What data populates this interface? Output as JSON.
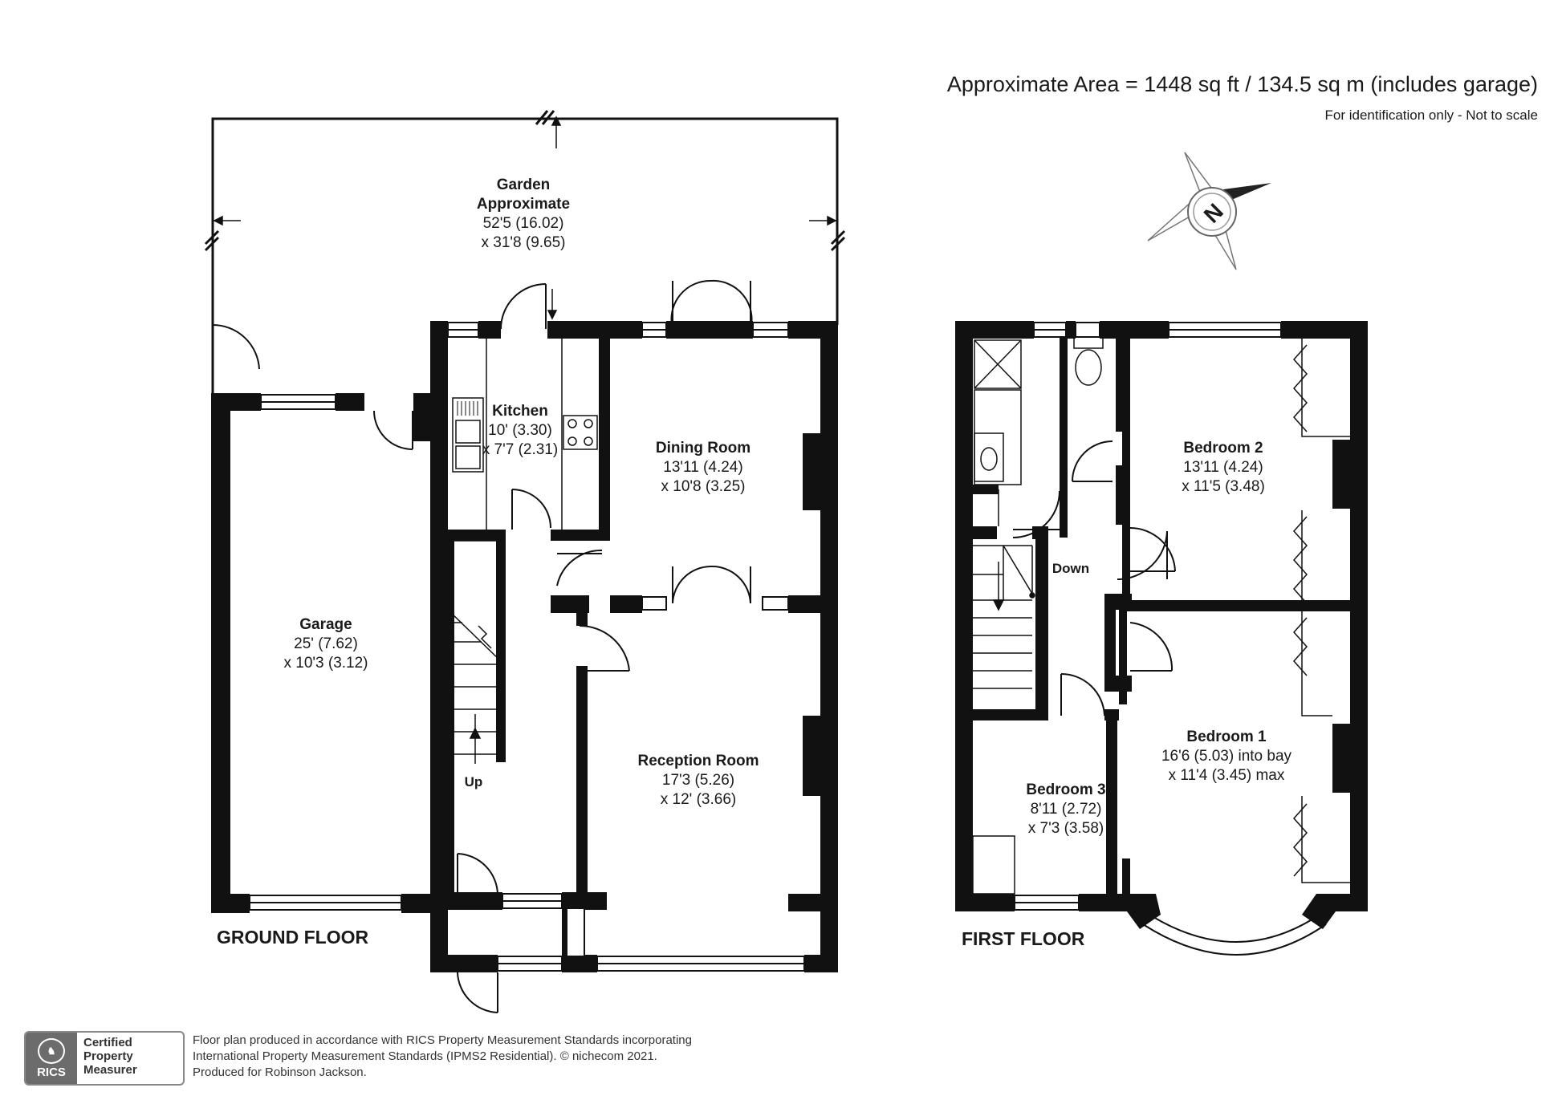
{
  "header": {
    "area": "Approximate Area = 1448 sq ft / 134.5 sq m (includes garage)",
    "note": "For identification only - Not to scale"
  },
  "compass": {
    "letter": "N"
  },
  "ground_floor": {
    "title": "GROUND FLOOR",
    "rooms": {
      "garden": {
        "name_1": "Garden",
        "name_2": "Approximate",
        "dim_1": "52'5 (16.02)",
        "dim_2": "x 31'8 (9.65)"
      },
      "kitchen": {
        "name": "Kitchen",
        "dim_1": "10' (3.30)",
        "dim_2": "x 7'7 (2.31)"
      },
      "dining": {
        "name": "Dining Room",
        "dim_1": "13'11 (4.24)",
        "dim_2": "x 10'8 (3.25)"
      },
      "garage": {
        "name": "Garage",
        "dim_1": "25' (7.62)",
        "dim_2": "x 10'3 (3.12)"
      },
      "reception": {
        "name": "Reception Room",
        "dim_1": "17'3 (5.26)",
        "dim_2": "x 12' (3.66)"
      }
    },
    "stairs_label": "Up"
  },
  "first_floor": {
    "title": "FIRST FLOOR",
    "rooms": {
      "bedroom2": {
        "name": "Bedroom 2",
        "dim_1": "13'11 (4.24)",
        "dim_2": "x 11'5 (3.48)"
      },
      "bedroom1": {
        "name": "Bedroom 1",
        "dim_1": "16'6 (5.03) into bay",
        "dim_2": "x 11'4 (3.45) max"
      },
      "bedroom3": {
        "name": "Bedroom 3",
        "dim_1": "8'11 (2.72)",
        "dim_2": "x 7'3 (3.58)"
      }
    },
    "stairs_label": "Down"
  },
  "badge": {
    "logo_text": "RICS",
    "line_1": "Certified",
    "line_2": "Property",
    "line_3": "Measurer"
  },
  "footer": {
    "line_1": "Floor plan produced in accordance with RICS Property Measurement Standards incorporating",
    "line_2": "International Property Measurement Standards (IPMS2 Residential).   © nichecom 2021.",
    "line_3": "Produced for Robinson Jackson."
  }
}
